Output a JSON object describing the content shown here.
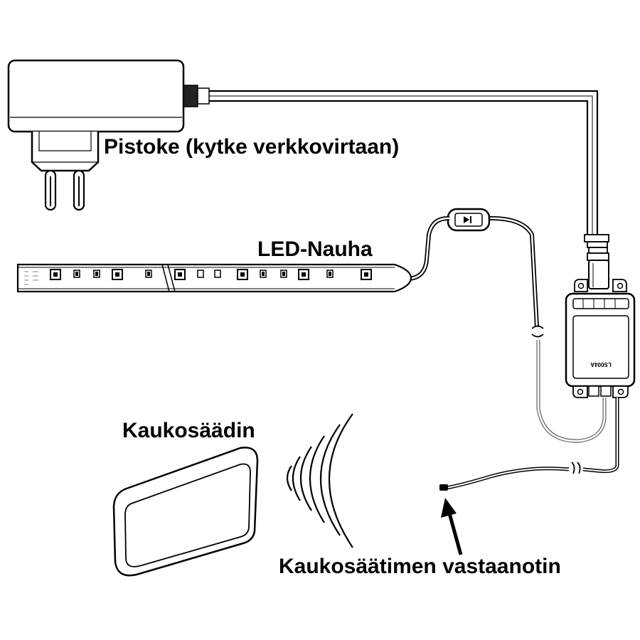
{
  "labels": {
    "plug": "Pistoke (kytke verkkovirtaan)",
    "led_strip": "LED-Nauha",
    "remote": "Kaukosäädin",
    "receiver": "Kaukosäätimen vastaanotin",
    "controller_model": "LS004A"
  }
}
